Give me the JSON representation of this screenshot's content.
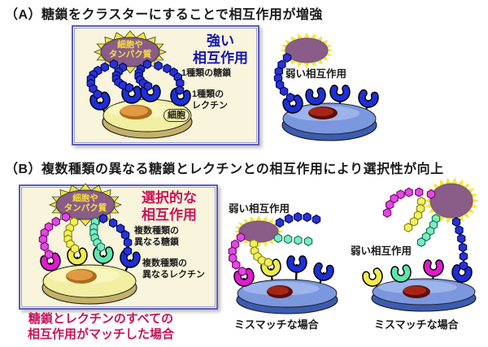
{
  "figure": {
    "section_a": {
      "title": "（A）糖鎖をクラスターにすることで相互作用が増強",
      "box": {
        "starburst_label": "細胞や\nタンパク質",
        "interaction_label": "強い\n相互作用",
        "sugar_label": "1種類の糖鎖",
        "lectin_label": "1種類の\nレクチン",
        "cell_label": "細胞"
      },
      "right": {
        "interaction_label": "弱い相互作用"
      }
    },
    "section_b": {
      "title": "（B）複数種類の異なる糖鎖とレクチンとの相互作用により選択性が向上",
      "box": {
        "starburst_label": "細胞や\nタンパク質",
        "interaction_label": "選択的な\n相互作用",
        "sugar_label": "複数種類の\n異なる糖鎖",
        "lectin_label": "複数種類の\n異なるレクチン",
        "caption": "糖鎖とレクチンのすべての\n相互作用がマッチした場合"
      },
      "middle": {
        "interaction_label": "弱い相互作用",
        "case_label": "ミスマッチな場合"
      },
      "right": {
        "interaction_label": "弱い相互作用",
        "case_label": "ミスマッチな場合"
      }
    }
  },
  "colors": {
    "background": "#ffffff",
    "panel_bg": "#f8f5dc",
    "panel_border": "#5c5cb8",
    "title_text": "#1a1a1a",
    "strong_interaction_text": "#1515b0",
    "selective_interaction_text": "#c81458",
    "caption_text": "#c81458",
    "starburst_body": "#8a5c88",
    "starburst_rays": "#f2e63c",
    "starburst_label_text": "#f8e33c",
    "sugar_blue": "#2a32d2",
    "sugar_magenta": "#e04ae0",
    "sugar_yellow": "#f2f05e",
    "sugar_aqua": "#7fe9c2",
    "lectin_blue": "#1c2fd8",
    "lectin_magenta": "#e418d0",
    "lectin_yellow": "#f0ec4e",
    "lectin_aqua": "#5ce6ae",
    "cell_yellow_body": "#f2efa2",
    "cell_yellow_rim": "#c4b26a",
    "cell_yellow_highlight": "#fbf9c8",
    "cell_yellow_nucleus": "#e09a44",
    "cell_blue_body": "#7b97de",
    "cell_blue_rim": "#3c5cb0",
    "cell_blue_highlight": "#a9c0ef",
    "cell_blue_nucleus": "#a62616"
  }
}
